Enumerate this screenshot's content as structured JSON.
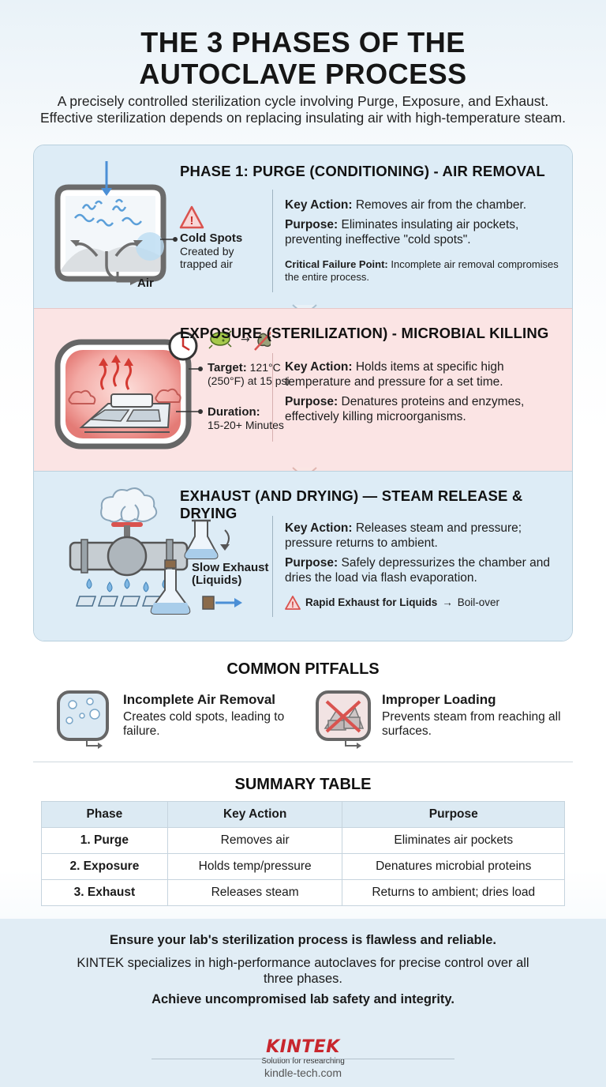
{
  "header": {
    "title_line1": "THE 3 PHASES OF THE",
    "title_line2": "AUTOCLAVE PROCESS",
    "subtitle_line1": "A precisely controlled sterilization cycle involving Purge, Exposure, and Exhaust.",
    "subtitle_line2": "Effective sterilization depends on replacing insulating air with high-temperature steam."
  },
  "phases": [
    {
      "title": "PHASE 1: PURGE (CONDITIONING) - AIR REMOVAL",
      "callout_title": "Cold Spots",
      "callout_text_1": "Created by",
      "callout_text_2": "trapped air",
      "air_label": "Air",
      "key_action_label": "Key Action:",
      "key_action": "Removes air from the chamber.",
      "purpose_label": "Purpose:",
      "purpose": "Eliminates insulating air pockets, preventing ineffective \"cold spots\".",
      "note_label": "Critical Failure Point:",
      "note": "Incomplete air removal compromises the entire process."
    },
    {
      "title": "EXPOSURE (STERILIZATION) - MICROBIAL KILLING",
      "target_label": "Target:",
      "target_value_1": "121°C",
      "target_value_2": "(250°F) at 15 psi",
      "duration_label": "Duration:",
      "duration_value": "15-20+ Minutes",
      "key_action_label": "Key Action:",
      "key_action": "Holds items at specific high temperature and pressure for a set time.",
      "purpose_label": "Purpose:",
      "purpose": "Denatures proteins and enzymes, effectively killing microorganisms."
    },
    {
      "title": "EXHAUST (AND DRYING) — STEAM RELEASE & DRYING",
      "slow_label_1": "Slow Exhaust",
      "slow_label_2": "(Liquids)",
      "key_action_label": "Key Action:",
      "key_action": "Releases steam and pressure; pressure returns to ambient.",
      "purpose_label": "Purpose:",
      "purpose": "Safely depressurizes the chamber and dries the load via flash evaporation.",
      "warning_label": "Rapid Exhaust for Liquids",
      "warning_arrow": "→",
      "warning_result": "Boil-over"
    }
  ],
  "pitfalls": {
    "title": "COMMON PITFALLS",
    "items": [
      {
        "title": "Incomplete Air Removal",
        "text": "Creates cold spots, leading to failure."
      },
      {
        "title": "Improper Loading",
        "text": "Prevents steam from reaching all surfaces."
      }
    ]
  },
  "summary": {
    "title": "SUMMARY TABLE",
    "headers": [
      "Phase",
      "Key Action",
      "Purpose"
    ],
    "rows": [
      [
        "1. Purge",
        "Removes air",
        "Eliminates air pockets"
      ],
      [
        "2. Exposure",
        "Holds temp/pressure",
        "Denatures microbial proteins"
      ],
      [
        "3. Exhaust",
        "Releases steam",
        "Returns to ambient; dries load"
      ]
    ]
  },
  "footer": {
    "cta_1": "Ensure your lab's sterilization process is flawless and reliable.",
    "cta_2": "KINTEK specializes in high-performance autoclaves for precise control over all three phases.",
    "cta_3": "Achieve uncompromised lab safety and integrity.",
    "logo": "KINTEK",
    "tagline": "Solution for researching",
    "url": "kindle-tech.com"
  },
  "colors": {
    "phase_blue": "#ddecf6",
    "phase_pink": "#fbe4e4",
    "brand_red": "#c8262d",
    "warning_red": "#d9534f"
  }
}
